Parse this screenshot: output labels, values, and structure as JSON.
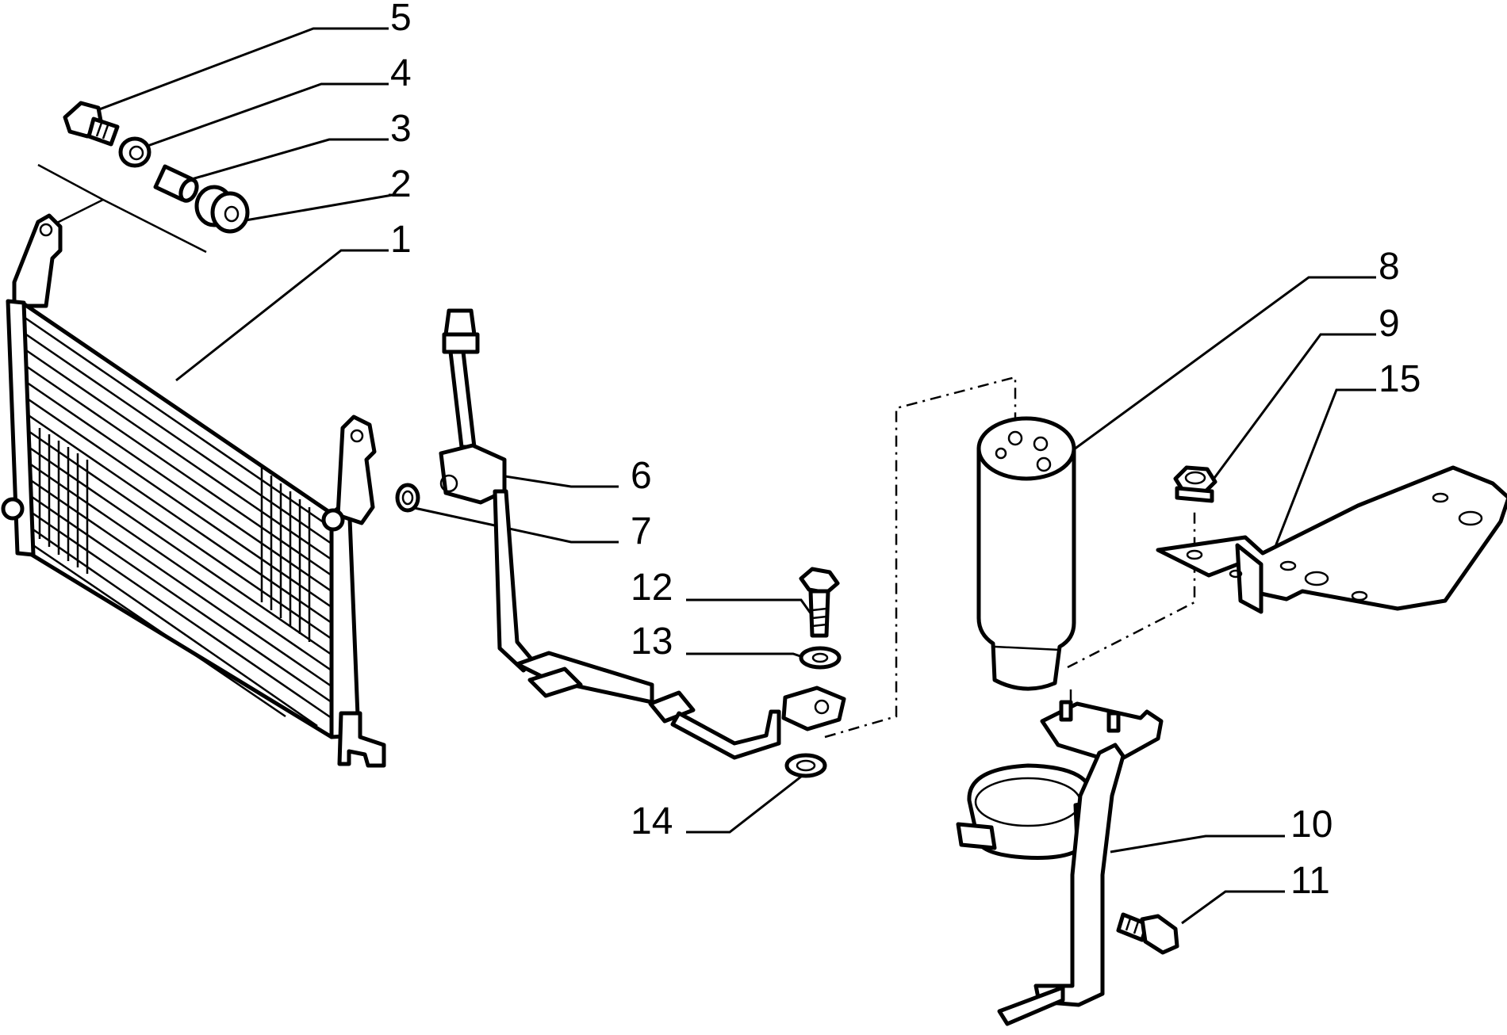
{
  "callouts": [
    {
      "id": "c5",
      "number": "5"
    },
    {
      "id": "c4",
      "number": "4"
    },
    {
      "id": "c3",
      "number": "3"
    },
    {
      "id": "c2",
      "number": "2"
    },
    {
      "id": "c1",
      "number": "1"
    },
    {
      "id": "c8",
      "number": "8"
    },
    {
      "id": "c9",
      "number": "9"
    },
    {
      "id": "c15",
      "number": "15"
    },
    {
      "id": "c6",
      "number": "6"
    },
    {
      "id": "c7",
      "number": "7"
    },
    {
      "id": "c12",
      "number": "12"
    },
    {
      "id": "c13",
      "number": "13"
    },
    {
      "id": "c14",
      "number": "14"
    },
    {
      "id": "c10",
      "number": "10"
    },
    {
      "id": "c11",
      "number": "11"
    }
  ]
}
